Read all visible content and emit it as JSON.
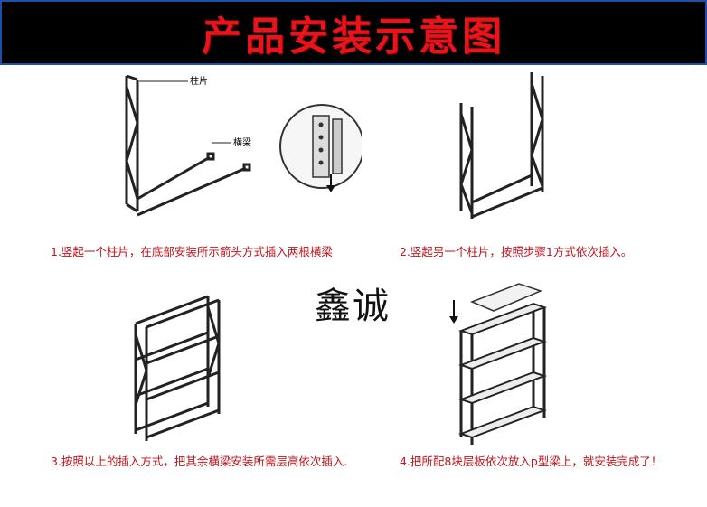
{
  "banner": {
    "title": "产品安装示意图"
  },
  "steps": [
    {
      "caption": "1.竖起一个柱片，在底部安装所示箭头方式插入两根横梁",
      "labels": {
        "post": "柱片",
        "beam": "横梁"
      }
    },
    {
      "caption": "2.竖起另一个柱片，按照步骤1方式依次插入。"
    },
    {
      "caption": "3.按照以上的插入方式，把其余横梁安装所需层高依次插入."
    },
    {
      "caption": "4.把所配8块层板依次放入p型梁上，就安装完成了！"
    }
  ],
  "watermark": "鑫诚",
  "colors": {
    "banner_bg": "#000000",
    "banner_text": "#e8141c",
    "banner_border": "#1f4fa8",
    "caption": "#c0141c"
  }
}
